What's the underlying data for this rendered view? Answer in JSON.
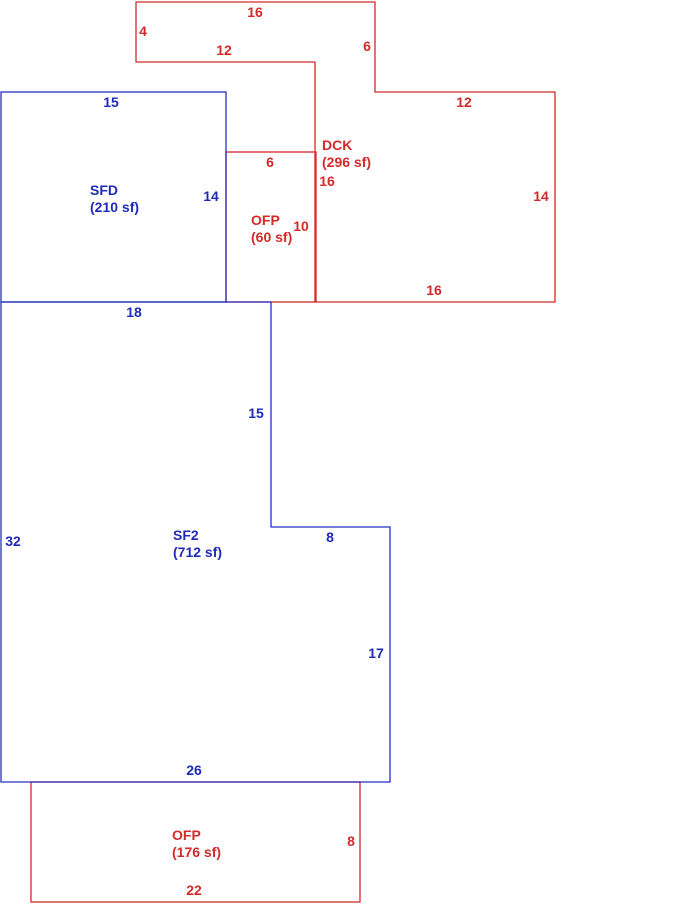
{
  "colors": {
    "living_area": "#2631c0",
    "porch_deck": "#d42a2a"
  },
  "areas": {
    "sfd": {
      "name": "SFD",
      "area": "(210 sf)",
      "dims": {
        "top": "15",
        "right": "14",
        "bottom": "18"
      }
    },
    "sf2": {
      "name": "SF2",
      "area": "(712 sf)",
      "dims": {
        "left": "32",
        "upper_right": "15",
        "notch": "8",
        "lower_right": "17",
        "bottom": "26"
      }
    },
    "ofp_small": {
      "name": "OFP",
      "area": "(60 sf)",
      "dims": {
        "top": "6",
        "right": "10"
      }
    },
    "dck": {
      "name": "DCK",
      "area": "(296 sf)",
      "dims": {
        "top": "16",
        "left_top": "4",
        "inner_top": "12",
        "right_step": "6",
        "right_top": "12",
        "right": "14",
        "bottom": "16",
        "left": "16"
      }
    },
    "ofp_large": {
      "name": "OFP",
      "area": "(176 sf)",
      "dims": {
        "right": "8",
        "bottom": "22"
      }
    }
  }
}
